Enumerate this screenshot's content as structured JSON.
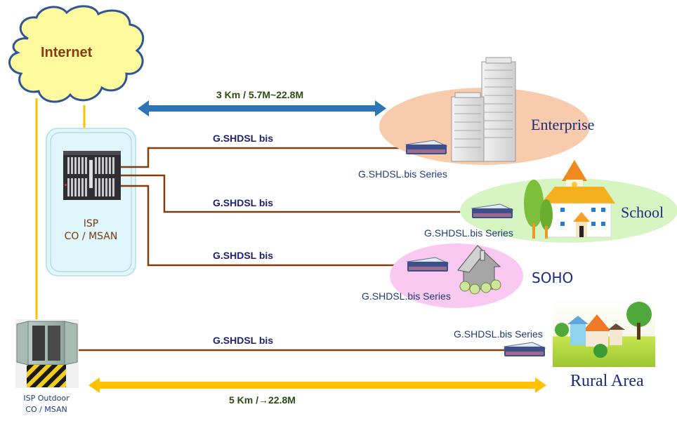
{
  "diagram": {
    "internet": {
      "label": "Internet"
    },
    "isp_co": {
      "line1": "ISP",
      "line2": "CO / MSAN"
    },
    "isp_outdoor": {
      "line1": "ISP Outdoor",
      "line2": "CO / MSAN"
    },
    "distance_top": {
      "label": "3 Km  /  5.7M~22.8M",
      "color": "#2e75b6"
    },
    "distance_bottom": {
      "label": "5 Km  /→22.8M",
      "color": "#ffc000"
    },
    "links": [
      {
        "label": "G.SHDSL bis",
        "target": "Enterprise"
      },
      {
        "label": "G.SHDSL bis",
        "target": "School"
      },
      {
        "label": "G.SHDSL bis",
        "target": "SOHO"
      },
      {
        "label": "G.SHDSL bis",
        "target": "Rural Area"
      }
    ],
    "sites": [
      {
        "name": "Enterprise",
        "device": "G.SHDSL.bis Series",
        "color": "#f8cbad"
      },
      {
        "name": "School",
        "device": "G.SHDSL.bis Series",
        "color": "#d6f5c3"
      },
      {
        "name": "SOHO",
        "device": "G.SHDSL.bis Series",
        "color": "#f9c9f2"
      },
      {
        "name": "Rural Area",
        "device": "G.SHDSL.bis Series",
        "color": "#b4d94a"
      }
    ],
    "colors": {
      "cloud_fill": "#fffa9e",
      "cloud_stroke": "#2f5597",
      "uplink": "#ffc000",
      "copper_line": "#7f3f0f",
      "isp_box": "#dff6fb"
    }
  }
}
